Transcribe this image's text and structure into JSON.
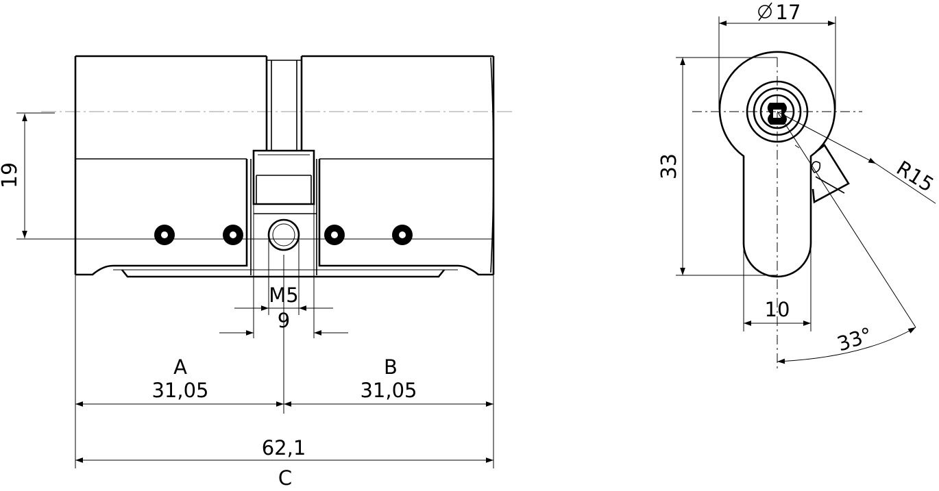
{
  "labels": {
    "dia_17": "17",
    "dim_19": "19",
    "dim_33": "33",
    "r15": "R15",
    "m5": "M5",
    "dim_9": "9",
    "dim_10": "10",
    "angle_33": "33°",
    "a": "A",
    "a_val": "31,05",
    "b": "B",
    "b_val": "31,05",
    "total": "62,1",
    "c": "C"
  }
}
